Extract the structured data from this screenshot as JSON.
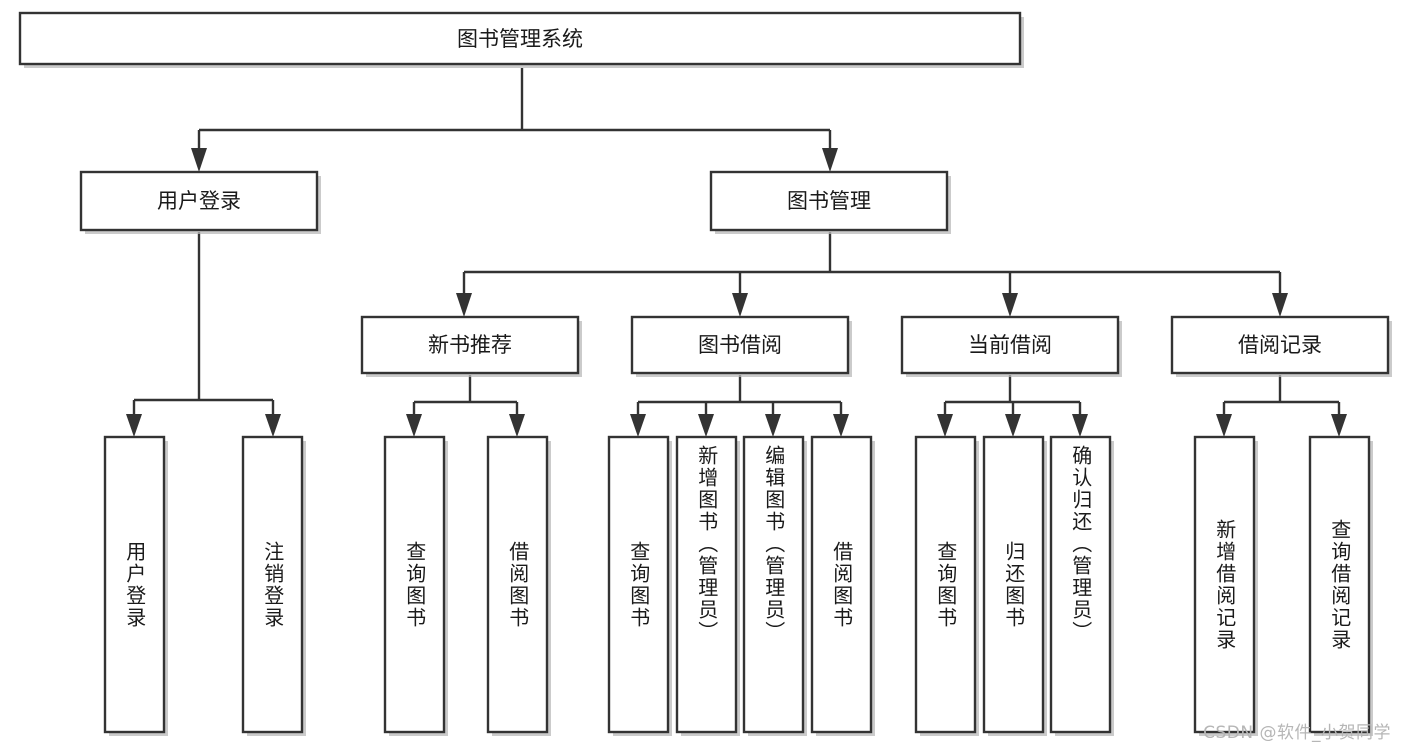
{
  "diagram": {
    "type": "tree-hierarchy",
    "title": "图书管理系统",
    "orientation": "top-down",
    "colors": {
      "box_fill": "#ffffff",
      "box_stroke": "#333333",
      "text": "#1a1a1a",
      "shadow": "#b9b9b9",
      "watermark": "#b6b6b6",
      "background": "#ffffff"
    },
    "root": {
      "label": "图书管理系统"
    },
    "level2": [
      {
        "label": "用户登录"
      },
      {
        "label": "图书管理"
      }
    ],
    "level3": [
      {
        "label": "新书推荐"
      },
      {
        "label": "图书借阅"
      },
      {
        "label": "当前借阅"
      },
      {
        "label": "借阅记录"
      }
    ],
    "leaves": {
      "user_login": [
        {
          "label": "用户登录"
        },
        {
          "label": "注销登录"
        }
      ],
      "new_book_recommend": [
        {
          "label": "查询图书"
        },
        {
          "label": "借阅图书"
        }
      ],
      "book_borrow": [
        {
          "label": "查询图书"
        },
        {
          "label": "新增图书（管理员）"
        },
        {
          "label": "编辑图书（管理员）"
        },
        {
          "label": "借阅图书"
        }
      ],
      "current_borrow": [
        {
          "label": "查询图书"
        },
        {
          "label": "归还图书"
        },
        {
          "label": "确认归还（管理员）"
        }
      ],
      "borrow_record": [
        {
          "label": "新增借阅记录"
        },
        {
          "label": "查询借阅记录"
        }
      ]
    }
  },
  "watermark": {
    "text": "CSDN @软件_小贺同学"
  }
}
